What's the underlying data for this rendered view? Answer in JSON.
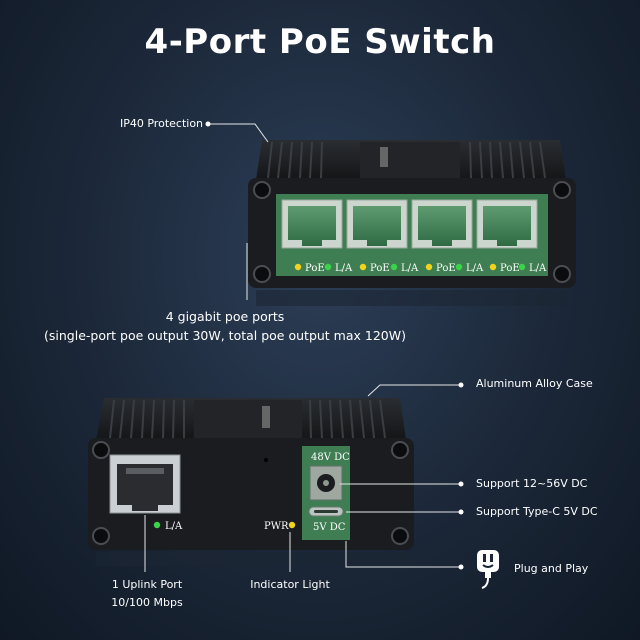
{
  "title": "4-Port PoE Switch",
  "callouts": {
    "ip40": "IP40 Protection",
    "ports_title": "4 gigabit poe ports",
    "ports_detail": "(single-port poe output 30W, total poe output max 120W)",
    "case": "Aluminum Alloy Case",
    "dc_support": "Support 12~56V DC",
    "typec_support": "Support Type-C 5V DC",
    "plug_play": "Plug and Play",
    "uplink_line1": "1 Uplink Port",
    "uplink_line2": "10/100 Mbps",
    "indicator": "Indicator Light"
  },
  "front_panel": {
    "poe_label": "PoE",
    "link_label": "L/A"
  },
  "back_panel": {
    "dc_label": "48V DC",
    "typec_label": "5V DC",
    "pwr_label": "PWR",
    "link_label": "L/A"
  },
  "colors": {
    "panel_green": "#3f7e52",
    "led_yellow": "#f1d21c",
    "led_green": "#3ad34a",
    "housing": "#1d1f22"
  },
  "icons": [
    "power-plug-icon"
  ]
}
